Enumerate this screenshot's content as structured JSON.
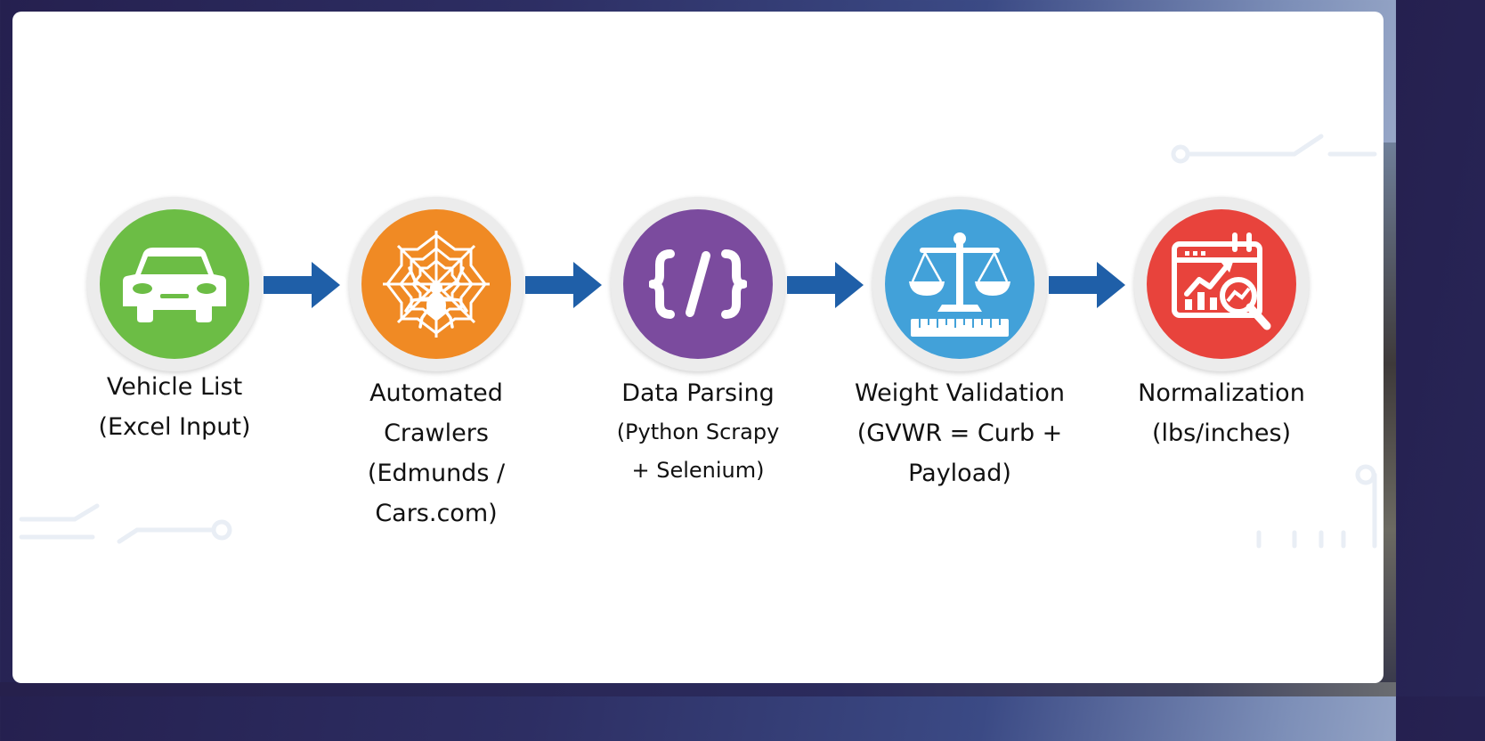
{
  "colors": {
    "green": "#6cbd45",
    "orange": "#f08a24",
    "purple": "#7b4b9e",
    "blue": "#42a1d9",
    "red": "#e8433c",
    "arrow": "#1f5fa8"
  },
  "steps": [
    {
      "icon": "car-icon",
      "lines": [
        "Vehicle List",
        "(Excel Input)"
      ]
    },
    {
      "icon": "spider-web-icon",
      "lines": [
        "Automated",
        "Crawlers",
        "(Edmunds /",
        "Cars.com)"
      ]
    },
    {
      "icon": "code-braces-icon",
      "lines": [
        "Data Parsing",
        "(Python Scrapy",
        "+ Selenium)"
      ]
    },
    {
      "icon": "balance-scale-icon",
      "lines": [
        "Weight Validation",
        "(GVWR = Curb +",
        "Payload)"
      ]
    },
    {
      "icon": "analytics-magnifier-icon",
      "lines": [
        "Normalization",
        "(lbs/inches)"
      ]
    }
  ]
}
